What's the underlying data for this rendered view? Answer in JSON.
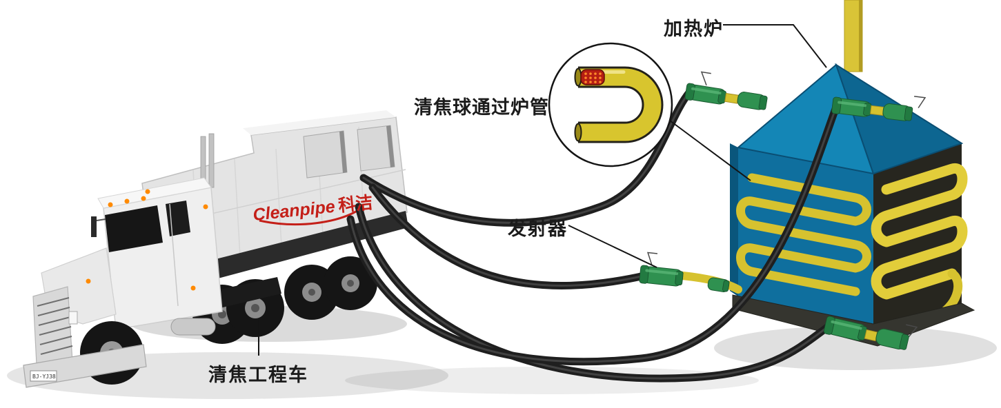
{
  "annotations": {
    "furnace": "加热炉",
    "inset": "清焦球通过炉管",
    "launcher": "发射器",
    "truck": "清焦工程车"
  },
  "truck": {
    "brand_en": "Cleanpipe",
    "brand_cn": "科洁",
    "license_plate": "BJ-YJ38"
  },
  "colors": {
    "furnace_blue": "#0f6f9e",
    "furnace_roof_blue": "#1486b6",
    "tube_yellow": "#d8c52e",
    "launcher_green": "#2f9150",
    "hose_black": "#1f1f1f",
    "brand_red": "#c41f18",
    "label_black": "#1b1b1b"
  }
}
